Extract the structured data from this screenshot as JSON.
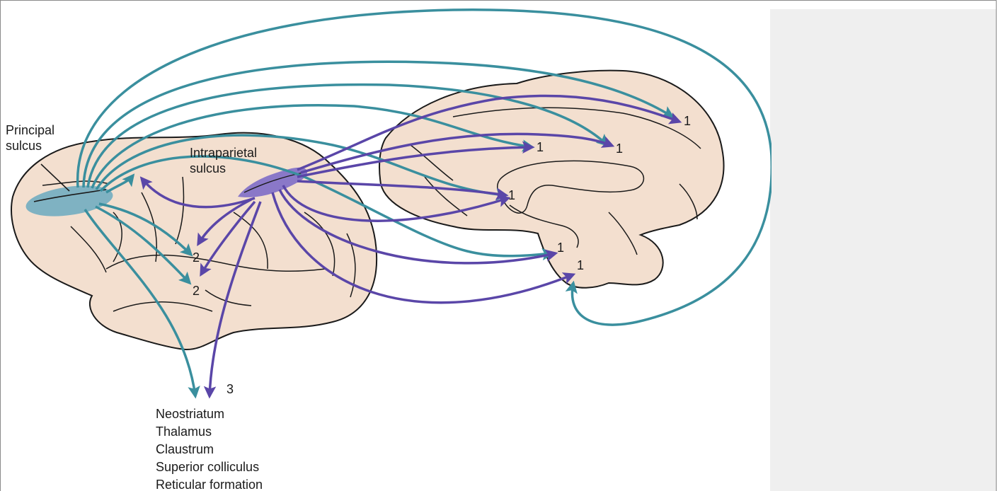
{
  "labels": {
    "principal_sulcus": [
      "Principal",
      "sulcus"
    ],
    "intraparietal_sulcus": [
      "Intraparietal",
      "sulcus"
    ]
  },
  "numbers": {
    "target_1": "1",
    "target_2": "2",
    "target_3": "3"
  },
  "subcortical_targets": [
    "Neostriatum",
    "Thalamus",
    "Claustrum",
    "Superior colliculus",
    "Reticular formation"
  ],
  "colors": {
    "brain_fill": "#f3dfcf",
    "outline": "#1a1a1a",
    "prefrontal_projection": "#3a8f9e",
    "parietal_projection": "#5a46a8",
    "principal_region": "#7fb2c2",
    "intraparietal_region": "#8a78c8",
    "side_panel": "#efefef"
  }
}
